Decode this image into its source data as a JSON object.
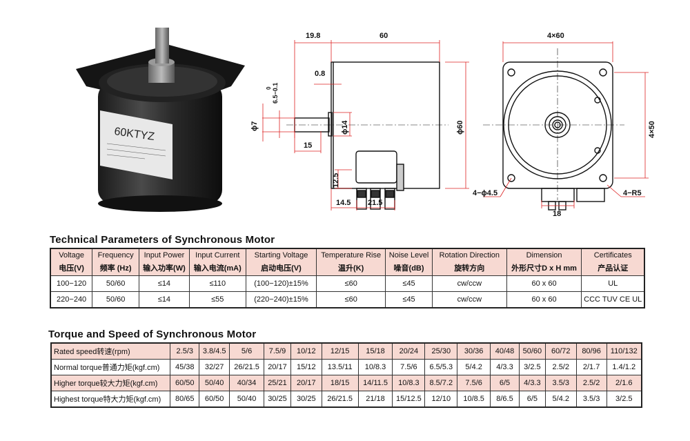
{
  "photo": {
    "label_model": "60KTYZ"
  },
  "drawing": {
    "side": {
      "d_19_8": "19.8",
      "d_60": "60",
      "d_0_8": "0.8",
      "tol_top": "0",
      "tol": "6.5−0.1",
      "phi7": "ϕ7",
      "phi14": "ϕ14",
      "d_15": "15",
      "phi60": "ϕ60",
      "d_12_5": "12.5",
      "d_14_5": "14.5",
      "d_21_5": "21.5"
    },
    "front": {
      "w": "4×60",
      "h": "4×50",
      "holes": "4−ϕ4.5",
      "radius": "4−R5",
      "d_18": "18"
    }
  },
  "tech": {
    "title": "Technical Parameters of Synchronous Motor",
    "headers": [
      [
        "Voltage",
        "电压(V)"
      ],
      [
        "Frequency",
        "频率 (Hz)"
      ],
      [
        "Input Power",
        "输入功率(W)"
      ],
      [
        "Input Current",
        "输入电流(mA)"
      ],
      [
        "Starting Voltage",
        "启动电压(V)"
      ],
      [
        "Temperature Rise",
        "温升(K)"
      ],
      [
        "Noise Level",
        "噪音(dB)"
      ],
      [
        "Rotation Direction",
        "旋转方向"
      ],
      [
        "Dimension",
        "外形尺寸D x H mm"
      ],
      [
        "Certificates",
        "产品认证"
      ]
    ],
    "rows": [
      [
        "100−120",
        "50/60",
        "≤14",
        "≤110",
        "(100−120)±15%",
        "≤60",
        "≤45",
        "cw/ccw",
        "60 x 60",
        "UL"
      ],
      [
        "220−240",
        "50/60",
        "≤14",
        "≤55",
        "(220−240)±15%",
        "≤60",
        "≤45",
        "cw/ccw",
        "60 x 60",
        "CCC TUV CE UL"
      ]
    ]
  },
  "torque": {
    "title": "Torque and Speed of Synchronous Motor",
    "rows": [
      [
        "Rated speed转速(rpm)",
        "2.5/3",
        "3.8/4.5",
        "5/6",
        "7.5/9",
        "10/12",
        "12/15",
        "15/18",
        "20/24",
        "25/30",
        "30/36",
        "40/48",
        "50/60",
        "60/72",
        "80/96",
        "110/132"
      ],
      [
        "Normal torque普通力矩(kgf.cm)",
        "45/38",
        "32/27",
        "26/21.5",
        "20/17",
        "15/12",
        "13.5/11",
        "10/8.3",
        "7.5/6",
        "6.5/5.3",
        "5/4.2",
        "4/3.3",
        "3/2.5",
        "2.5/2",
        "2/1.7",
        "1.4/1.2"
      ],
      [
        "Higher torque较大力矩(kgf.cm)",
        "60/50",
        "50/40",
        "40/34",
        "25/21",
        "20/17",
        "18/15",
        "14/11.5",
        "10/8.3",
        "8.5/7.2",
        "7.5/6",
        "6/5",
        "4/3.3",
        "3.5/3",
        "2.5/2",
        "2/1.6"
      ],
      [
        "Highest torque特大力矩(kgf.cm)",
        "80/65",
        "60/50",
        "50/40",
        "30/25",
        "30/25",
        "26/21.5",
        "21/18",
        "15/12.5",
        "12/10",
        "10/8.5",
        "8/6.5",
        "6/5",
        "5/4.2",
        "3.5/3",
        "3/2.5"
      ]
    ]
  }
}
